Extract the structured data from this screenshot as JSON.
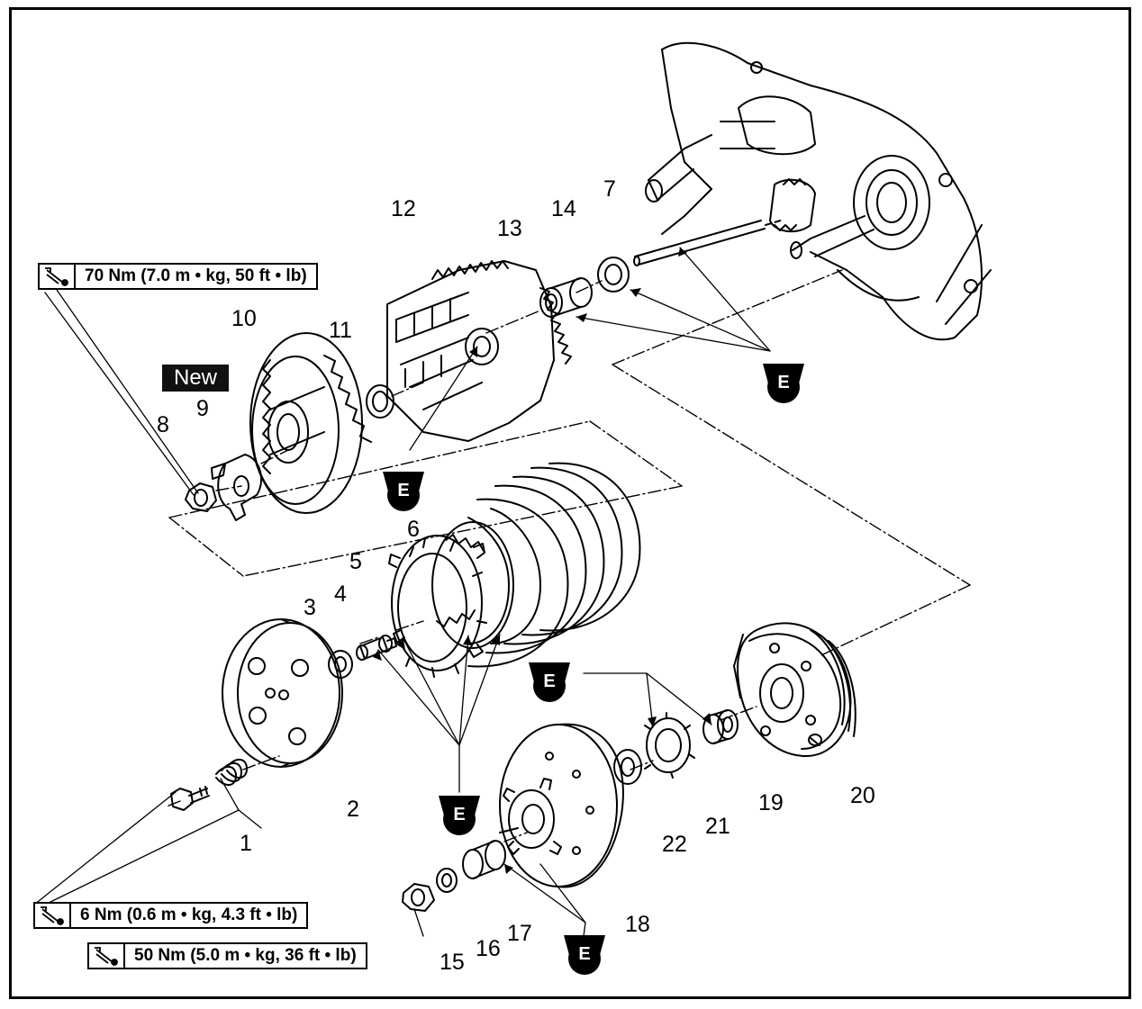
{
  "torque_specs": [
    {
      "id": "t70",
      "label": "70 Nm (7.0 m • kg, 50 ft • lb)"
    },
    {
      "id": "t6",
      "label": "6 Nm (0.6 m • kg, 4.3 ft • lb)"
    },
    {
      "id": "t50",
      "label": "50 Nm (5.0 m • kg, 36 ft • lb)"
    }
  ],
  "new_badge": "New",
  "lube_symbol": "E",
  "part_numbers": [
    "1",
    "2",
    "3",
    "4",
    "5",
    "6",
    "7",
    "8",
    "9",
    "10",
    "11",
    "12",
    "13",
    "14",
    "15",
    "16",
    "17",
    "18",
    "19",
    "20",
    "21",
    "22"
  ],
  "icons": {
    "torque": "torque-wrench-icon",
    "lube": "engine-oil-icon"
  }
}
